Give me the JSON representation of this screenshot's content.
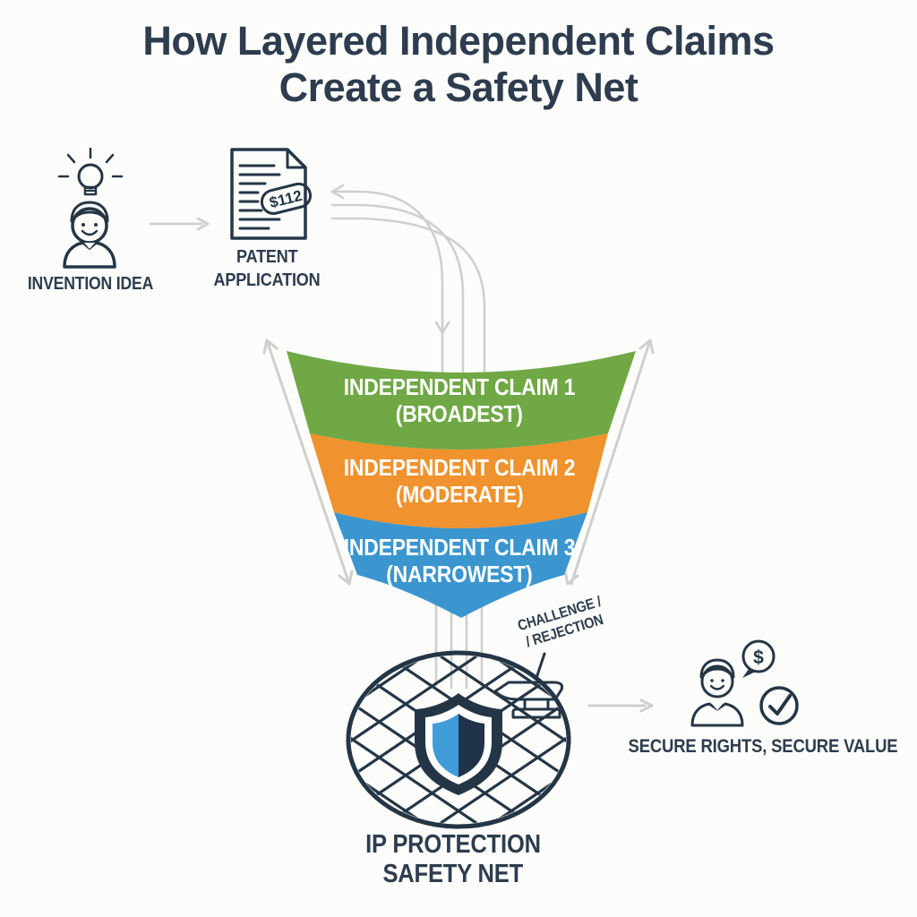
{
  "palette": {
    "bg": "#fcfcfa",
    "navy": "#2d3c4e",
    "outline": "#243646",
    "green": "#6fa845",
    "orange": "#f0922d",
    "blue": "#3b96cf",
    "lightblue": "#3f9cd8",
    "shieldDark": "#20334a",
    "gray": "#cfcfcd",
    "personBlue": "#3d8ed0",
    "bulbOrange": "#f0a23c",
    "white": "#ffffff"
  },
  "title": {
    "line1": "How Layered Independent Claims",
    "line2": "Create a Safety Net"
  },
  "invention": {
    "label": "INVENTION IDEA"
  },
  "patent": {
    "label_line1": "PATENT",
    "label_line2": "APPLICATION",
    "stamp": "$112"
  },
  "funnel": {
    "layers": [
      {
        "title": "INDEPENDENT CLAIM 1",
        "subtitle": "(BROADEST)",
        "color": "#6fa845"
      },
      {
        "title": "INDEPENDENT CLAIM 2",
        "subtitle": "(MODERATE)",
        "color": "#f0922d"
      },
      {
        "title": "INDEPENDENT CLAIM 3",
        "subtitle": "(NARROWEST)",
        "color": "#3b96cf"
      }
    ]
  },
  "challenge": {
    "line1": "CHALLENGE /",
    "line2": "/ REJECTION"
  },
  "net": {
    "label_line1": "IP PROTECTION",
    "label_line2": "SAFETY NET"
  },
  "outcome": {
    "label": "SECURE RIGHTS, SECURE VALUE",
    "dollar_symbol": "$"
  }
}
